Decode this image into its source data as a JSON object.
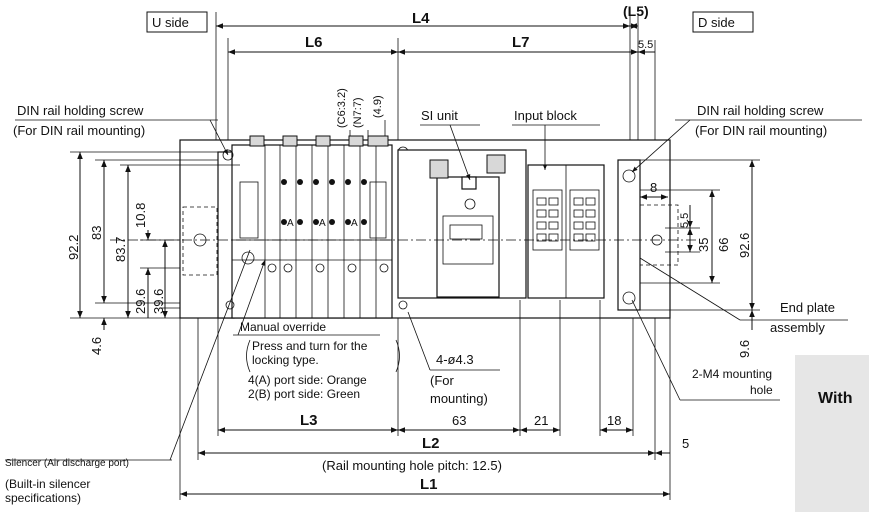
{
  "labels": {
    "u_side": "U side",
    "d_side": "D side",
    "L4": "L4",
    "L5": "(L5)",
    "L6": "L6",
    "L7": "L7",
    "L3": "L3",
    "L2": "L2",
    "L1": "L1",
    "d_5_5": "5.5",
    "c6": "(C6:3.2)",
    "n7": "(N7:7)",
    "d_4_9": "(4.9)",
    "si_unit": "SI unit",
    "input_block": "Input block",
    "din_left_1": "DIN rail holding screw",
    "din_left_2": "(For DIN rail mounting)",
    "din_right_1": "DIN rail holding screw",
    "din_right_2": "(For DIN rail mounting)",
    "d_92_2": "92.2",
    "d_83": "83",
    "d_83_7": "83.7",
    "d_10_8": "10.8",
    "d_29_6": "29.6",
    "d_39_6": "39.6",
    "d_4_6": "4.6",
    "d_8": "8",
    "d_5_5r": "5.5",
    "d_35": "35",
    "d_66": "66",
    "d_92_6": "92.6",
    "d_9_6": "9.6",
    "end_plate_1": "End plate",
    "end_plate_2": "assembly",
    "manual_override": "Manual override",
    "press_1": "Press and turn for the",
    "press_2": "locking type.",
    "port_a": "4(A) port side: Orange",
    "port_b": "2(B) port side: Green",
    "hole_4": "4-ø4.3",
    "for_1": "(For",
    "for_2": "mounting)",
    "m4_1": "2-M4 mounting",
    "m4_2": "hole",
    "with": "With",
    "d_63": "63",
    "d_21": "21",
    "d_18": "18",
    "d_5": "5",
    "pitch": "(Rail mounting hole pitch: 12.5)",
    "silencer": "Silencer (Air discharge port)",
    "builtin_1": "(Built-in silencer",
    "builtin_2": "specifications)",
    "valve_a": "A"
  }
}
